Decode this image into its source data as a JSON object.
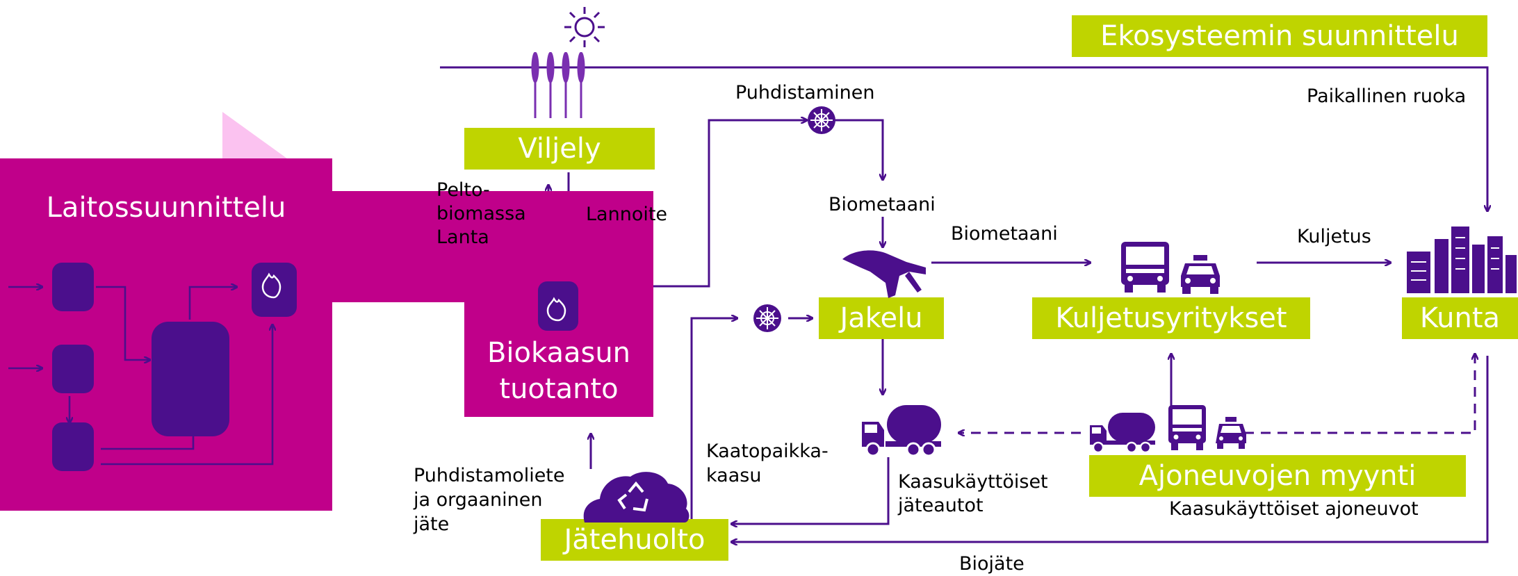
{
  "labels": {
    "ekosysteemi": "Ekosysteemin suunnittelu",
    "viljely": "Viljely",
    "jakelu": "Jakelu",
    "kuljetusyritykset": "Kuljetusyritykset",
    "kunta": "Kunta",
    "ajoneuvojen_myynti": "Ajoneuvojen myynti",
    "jatehuolto": "Jätehuolto"
  },
  "boxes": {
    "laitossuunnittelu": "Laitossuunnittelu",
    "biokaasun_line1": "Biokaasun",
    "biokaasun_line2": "tuotanto"
  },
  "flows": {
    "paikallinen_ruoka": "Paikallinen ruoka",
    "puhdistaminen": "Puhdistaminen",
    "biometaani_1": "Biometaani",
    "biometaani_2": "Biometaani",
    "kuljetus": "Kuljetus",
    "pelto_1": "Pelto-",
    "pelto_2": "biomassa",
    "pelto_3": "Lanta",
    "lannoite": "Lannoite",
    "kaatopaikka_1": "Kaatopaikka-",
    "kaatopaikka_2": "kaasu",
    "puhdistamo_1": "Puhdistamoliete",
    "puhdistamo_2": "ja orgaaninen",
    "puhdistamo_3": "jäte",
    "jateautot_1": "Kaasukäyttöiset",
    "jateautot_2": "jäteautot",
    "ajoneuvot": "Kaasukäyttöiset ajoneuvot",
    "biojate": "Biojäte"
  },
  "colors": {
    "accent_green": "#bfd400",
    "magenta": "#c0008a",
    "light_pink": "#fbc2f0",
    "purple": "#4b0f8c"
  },
  "icons": [
    "sun-icon",
    "wheat-icon",
    "purifier-icon",
    "fuel-nozzle-icon",
    "bus-icon",
    "taxi-icon",
    "city-icon",
    "garbage-truck-icon",
    "recycle-heap-icon",
    "biogas-tank-icon"
  ]
}
